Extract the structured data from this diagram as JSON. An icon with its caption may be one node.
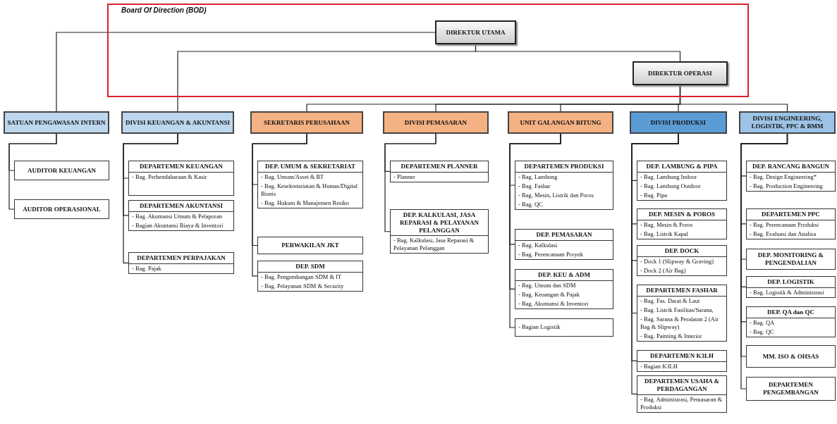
{
  "diagram": {
    "nodes": [
      {
        "text": [
          "Board Of Direction (BOD)"
        ]
      },
      {
        "text": [
          "DIREKTUR UTAMA"
        ],
        "in": 0
      },
      {
        "text": [
          "DIREKTUR OPERASI"
        ],
        "in": 0
      },
      {
        "text": [
          "SATUAN PENGAWASAN INTERN"
        ]
      },
      {
        "text": [
          "DIVISI KEUANGAN & AKUNTANSI"
        ]
      },
      {
        "text": [
          "SEKRETARIS PERUSAHAAN"
        ]
      },
      {
        "text": [
          "DIVISI PEMASARAN"
        ]
      },
      {
        "text": [
          "UNIT GALANGAN BITUNG"
        ]
      },
      {
        "text": [
          "DIVISI PRODUKSI"
        ]
      },
      {
        "text": [
          "DIVISI ENGINEERING, LOGISTIK, PPC & BMM"
        ]
      },
      {
        "text": [
          "AUDITOR KEUANGAN"
        ]
      },
      {
        "text": [
          "AUDITOR OPERASIONAL"
        ]
      },
      {
        "text": [
          "DEPARTEMEN KEUANGAN",
          "- Bag. Perbendaharaan & Kasir"
        ]
      },
      {
        "text": [
          "DEPARTEMEN AKUNTANSI",
          "- Bag. Akuntansi Umum & Pelaporan",
          "- Bagian Akuntansi Biaya & Inventori"
        ]
      },
      {
        "text": [
          "DEPARTEMEN PERPAJAKAN",
          "- Bag. Pajak"
        ]
      },
      {
        "text": [
          "DEP. UMUM & SEKRETARIAT",
          "- Bag. Umum/Asset & RT",
          "- Bag. Kesekretariatan & Humas/Digital Bisnis",
          "- Bag. Hukum & Manajemen Resiko"
        ]
      },
      {
        "text": [
          "PERWAKILAN JKT"
        ]
      },
      {
        "text": [
          "DEP. SDM",
          "- Bag. Pengembangan SDM & IT",
          "- Bag. Pelayanan SDM & Security"
        ]
      },
      {
        "text": [
          "DEPARTEMEN PLANNER",
          "- Planner"
        ]
      },
      {
        "text": [
          "DEP. KALKULASI, JASA REPARASI & PELAYANAN PELANGGAN",
          "- Bag. Kalkulasi, Jasa Reparasi & Pelayanan Pelanggan"
        ]
      },
      {
        "text": [
          "DEPARTEMEN PRODUKSI",
          "- Bag. Lambung",
          "- Bag. Fashar",
          "- Bag. Mesin, Listrik dan Poros",
          "- Bag. QC"
        ]
      },
      {
        "text": [
          "DEP. PEMASARAN",
          "- Bag. Kalkulasi",
          "- Bag. Perencanaan Proyek"
        ]
      },
      {
        "text": [
          "DEP. KEU & ADM",
          "- Bag. Umum dan SDM",
          "- Bag. Keuangan & Pajak",
          "- Bag. Akuntansi & Inventori"
        ]
      },
      {
        "text": [
          "- Bagian Logistik"
        ]
      },
      {
        "text": [
          "DEP. LAMBUNG & PIPA",
          "- Bag. Lambung Indoor",
          "- Bag. Lambung Outdoor",
          "- Bag. Pipa"
        ]
      },
      {
        "text": [
          "DEP. MESIN & POROS",
          "- Bag. Mesin & Poros",
          "- Bag. Listrik Kapal"
        ]
      },
      {
        "text": [
          "DEP. DOCK",
          "- Dock 1 (Slipway & Graving)",
          "- Dock 2 (Air Bag)"
        ]
      },
      {
        "text": [
          "DEPARTEMEN FASHAR",
          "- Bag. Fas. Darat & Laut",
          "- Bag. Listrik Fasilitas/Sarana,",
          "- Bag. Sarana & Peralatan 2 (Air Bag & Slipway)",
          "- Bag. Painting & Interior"
        ]
      },
      {
        "text": [
          "DEPARTEMEN K3LH",
          "- Bagian K3LH"
        ]
      },
      {
        "text": [
          "DEPARTEMEN USAHA & PERDAGANGAN",
          "- Bag. Administrasi, Pemasaran & Produksi"
        ]
      },
      {
        "text": [
          "DEP. RANCANG BANGUN",
          "- Bag. Design Engineering*",
          "- Bag. Production Engineering"
        ]
      },
      {
        "text": [
          "DEPARTEMEN PPC",
          "- Bag. Perencanaan Produksi",
          "- Bag. Evaluasi dan Analisa"
        ]
      },
      {
        "text": [
          "DEP. MONITORING & PENGENDALIAN"
        ]
      },
      {
        "text": [
          "DEP. LOGISTIK",
          "- Bag. Logistik & Administrasi"
        ]
      },
      {
        "text": [
          "DEP. QA dan QC",
          "- Bag. QA",
          "- Bag. QC"
        ]
      },
      {
        "text": [
          "MM. ISO & OHSAS"
        ]
      },
      {
        "text": [
          "DEPARTEMEN PENGEMBANGAN"
        ]
      }
    ],
    "edges": [
      {
        "from": 1,
        "to": 3,
        "arrow": "none"
      },
      {
        "from": 1,
        "to": 4,
        "arrow": "none"
      },
      {
        "from": 1,
        "to": 2,
        "arrow": "none"
      },
      {
        "from": 2,
        "to": 5,
        "arrow": "none"
      },
      {
        "from": 2,
        "to": 6,
        "arrow": "none"
      },
      {
        "from": 2,
        "to": 7,
        "arrow": "none"
      },
      {
        "from": 2,
        "to": 8,
        "arrow": "none"
      },
      {
        "from": 2,
        "to": 9,
        "arrow": "none"
      },
      {
        "from": 3,
        "to": 10,
        "arrow": "none"
      },
      {
        "from": 3,
        "to": 11,
        "arrow": "none"
      },
      {
        "from": 4,
        "to": 12,
        "arrow": "none"
      },
      {
        "from": 4,
        "to": 13,
        "arrow": "none"
      },
      {
        "from": 4,
        "to": 14,
        "arrow": "none"
      },
      {
        "from": 5,
        "to": 15,
        "arrow": "none"
      },
      {
        "from": 5,
        "to": 16,
        "arrow": "none"
      },
      {
        "from": 5,
        "to": 17,
        "arrow": "none"
      },
      {
        "from": 6,
        "to": 18,
        "arrow": "none"
      },
      {
        "from": 6,
        "to": 19,
        "arrow": "none"
      },
      {
        "from": 7,
        "to": 20,
        "arrow": "none"
      },
      {
        "from": 7,
        "to": 21,
        "arrow": "none"
      },
      {
        "from": 7,
        "to": 22,
        "arrow": "none"
      },
      {
        "from": 7,
        "to": 23,
        "arrow": "none"
      },
      {
        "from": 8,
        "to": 24,
        "arrow": "none"
      },
      {
        "from": 8,
        "to": 25,
        "arrow": "none"
      },
      {
        "from": 8,
        "to": 26,
        "arrow": "none"
      },
      {
        "from": 8,
        "to": 27,
        "arrow": "none"
      },
      {
        "from": 8,
        "to": 28,
        "arrow": "none"
      },
      {
        "from": 8,
        "to": 29,
        "arrow": "none"
      },
      {
        "from": 9,
        "to": 30,
        "arrow": "none"
      },
      {
        "from": 9,
        "to": 31,
        "arrow": "none"
      },
      {
        "from": 9,
        "to": 32,
        "arrow": "none"
      },
      {
        "from": 9,
        "to": 33,
        "arrow": "none"
      },
      {
        "from": 9,
        "to": 34,
        "arrow": "none"
      },
      {
        "from": 9,
        "to": 35,
        "arrow": "none"
      },
      {
        "from": 9,
        "to": 36,
        "arrow": "none"
      }
    ]
  }
}
